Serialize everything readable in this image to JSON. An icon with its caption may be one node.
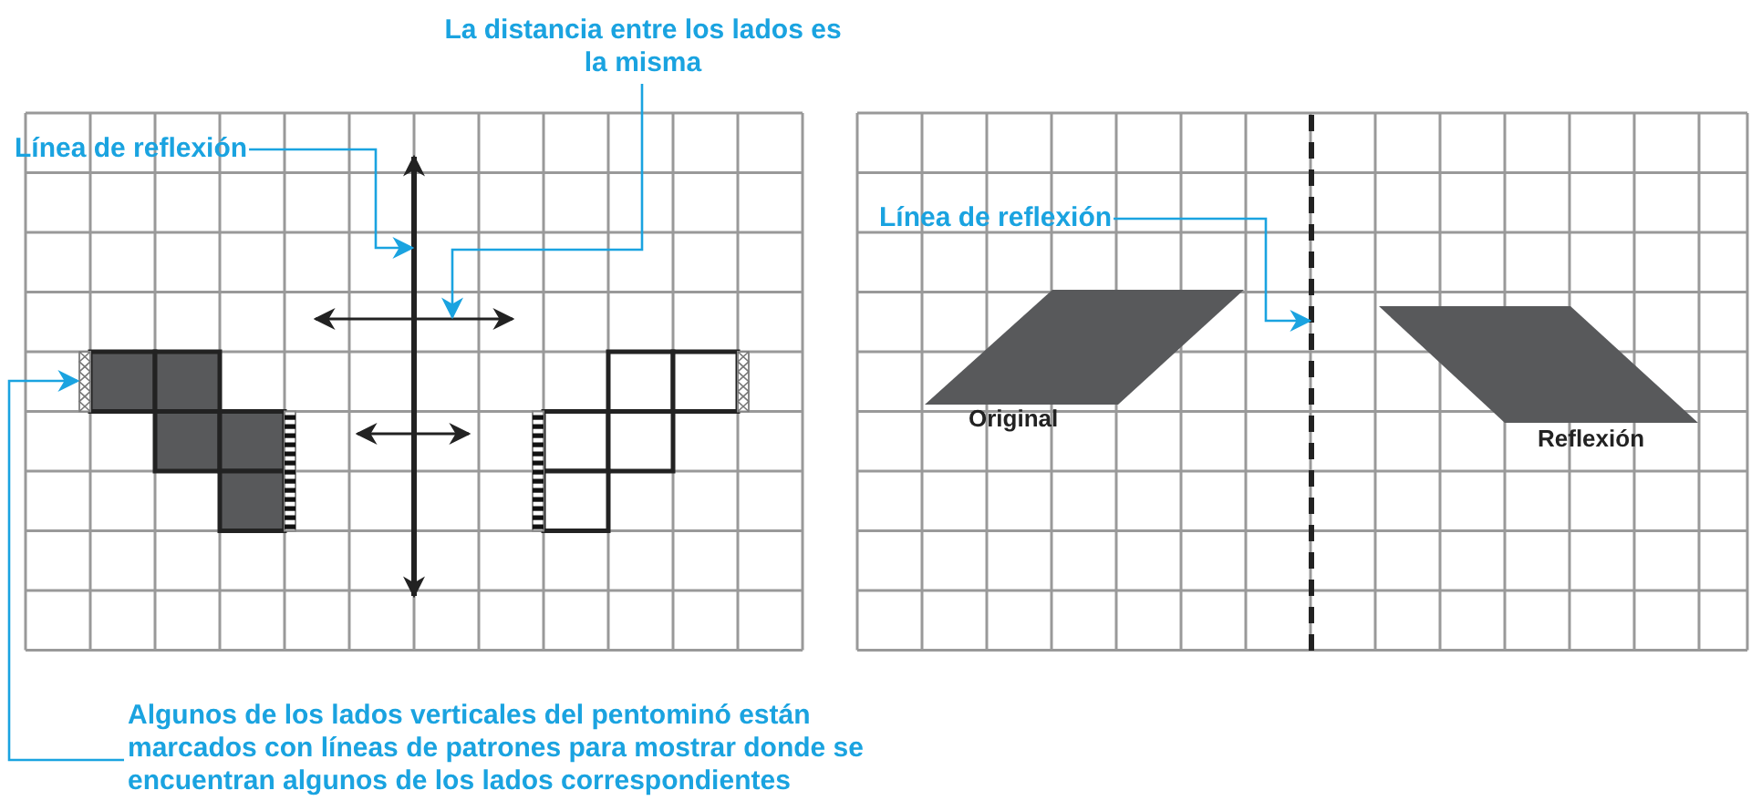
{
  "diagram": {
    "nodes": [
      {
        "text": [
          "Línea de reflexión"
        ]
      },
      {
        "text": [
          "La distancia entre los lados es la misma"
        ]
      },
      {
        "text": [
          "Algunos de los lados verticales del pentominó están marcados con líneas de patrones para mostrar donde se encuentran algunos de los lados correspondientes"
        ]
      },
      {
        "text": [
          "Línea de reflexión"
        ]
      },
      {
        "text": [],
        "shape": "picture"
      },
      {
        "text": [],
        "shape": "picture"
      },
      {
        "text": [],
        "shape": "parallelogram",
        "beside": [
          "Original"
        ]
      },
      {
        "text": [],
        "shape": "parallelogram",
        "beside": [
          "Reflexión"
        ]
      },
      {
        "text": [],
        "shape": "line"
      },
      {
        "text": [],
        "shape": "line"
      },
      {
        "text": [],
        "shape": "arrow"
      }
    ],
    "edges": [
      {
        "from": 0,
        "to": 8,
        "arrow": "to"
      },
      {
        "from": 1,
        "to": 10,
        "arrow": "to"
      },
      {
        "from": 2,
        "to": 4,
        "arrow": "to"
      },
      {
        "from": 3,
        "to": 9,
        "arrow": "to"
      }
    ]
  }
}
